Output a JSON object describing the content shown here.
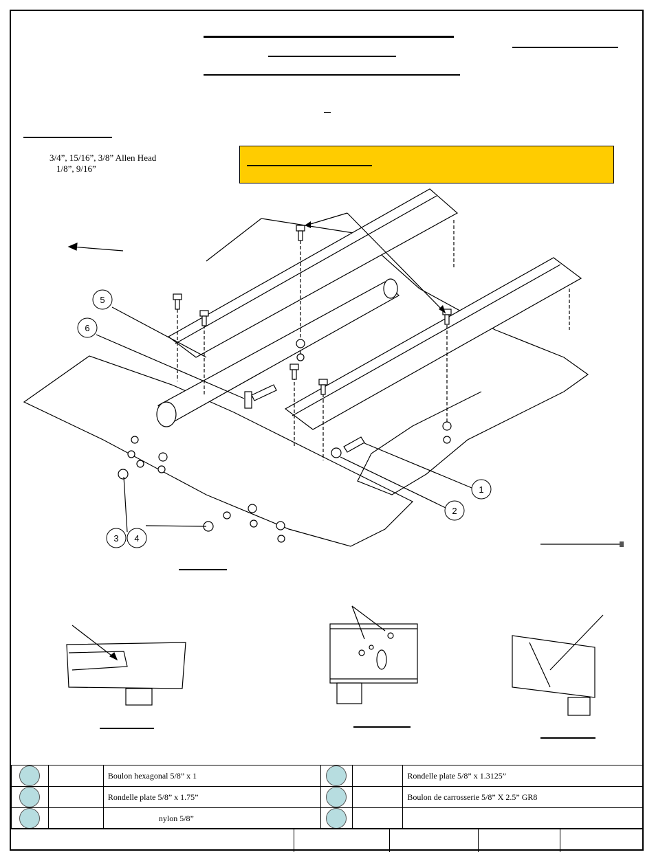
{
  "tools": {
    "line1": "3/4”, 15/16”, 3/8” Allen Head",
    "line2": "1/8”, 9/16”"
  },
  "callouts": {
    "c1": "1",
    "c2": "2",
    "c3": "3",
    "c4": "4",
    "c5": "5",
    "c6": "6"
  },
  "parts_table": {
    "rows": [
      {
        "left_desc": "Boulon hexagonal 5/8” x 1",
        "right_desc": "Rondelle plate 5/8” x 1.3125”"
      },
      {
        "left_desc": "Rondelle plate 5/8” x 1.75”",
        "right_desc": "Boulon de carrosserie 5/8” X 2.5” GR8"
      },
      {
        "left_desc": "nylon 5/8”",
        "right_desc": ""
      }
    ]
  },
  "colors": {
    "warning_bg": "#FFCC00",
    "part_circle": "#B7DDE0"
  }
}
